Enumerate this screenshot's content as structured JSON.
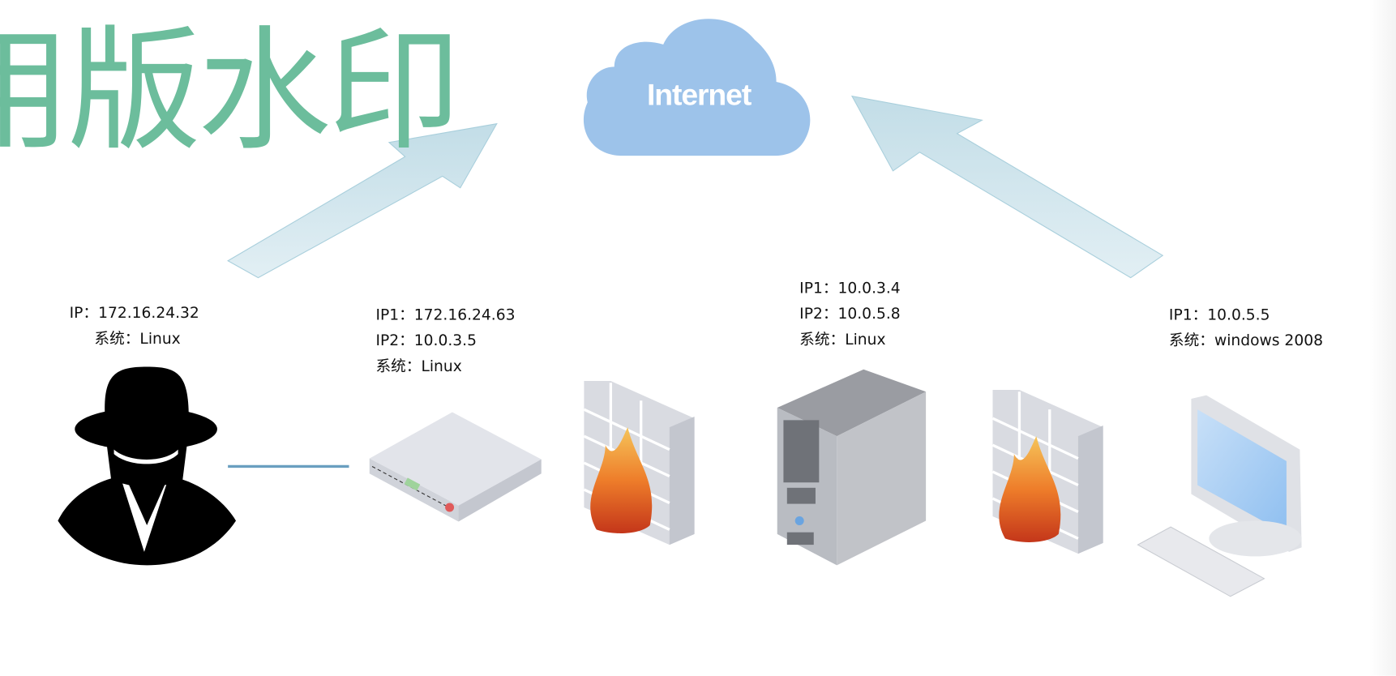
{
  "watermark": "用版水印",
  "cloud": {
    "label": "Internet",
    "color": "#9dc3ea"
  },
  "nodes": [
    {
      "id": "attacker",
      "lines": [
        "IP：172.16.24.32",
        "系统：Linux"
      ]
    },
    {
      "id": "gateway",
      "lines": [
        "IP1：172.16.24.63",
        "IP2：10.0.3.5",
        "系统：Linux"
      ]
    },
    {
      "id": "server",
      "lines": [
        "IP1：10.0.3.4",
        "IP2：10.0.5.8",
        "系统：Linux"
      ]
    },
    {
      "id": "workstation",
      "lines": [
        "IP1：10.0.5.5",
        "系统：windows 2008"
      ]
    }
  ],
  "colors": {
    "arrow": "#cfe4ec",
    "watermark": "#6cbd9c",
    "link": "#6a9fc0"
  }
}
